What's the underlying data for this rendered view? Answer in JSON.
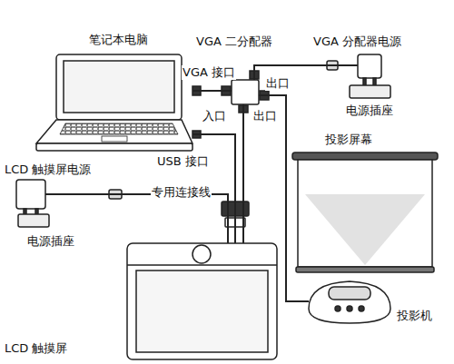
{
  "diagram": {
    "nodes": [
      {
        "text": [
          "笔记本电脑"
        ]
      },
      {
        "text": [
          "VGA 二分配器"
        ]
      },
      {
        "text": [
          "VGA 分配器电源"
        ]
      },
      {
        "text": [
          "电源插座"
        ]
      },
      {
        "text": [
          "LCD 触摸屏电源"
        ]
      },
      {
        "text": [
          "电源插座"
        ]
      },
      {
        "text": [
          "投影屏幕"
        ]
      },
      {
        "text": [
          "投影机"
        ]
      },
      {
        "text": [
          "LCD 触摸屏"
        ]
      }
    ],
    "edges": [
      {
        "from": 0,
        "to": 1,
        "arrow": "none"
      },
      {
        "from": 1,
        "to": 2,
        "arrow": "none"
      },
      {
        "from": 1,
        "to": 7,
        "arrow": "none"
      },
      {
        "from": 1,
        "to": 8,
        "arrow": "none"
      },
      {
        "from": 0,
        "to": 8,
        "arrow": "none"
      },
      {
        "from": 4,
        "to": 8,
        "arrow": "none"
      }
    ],
    "labels": [
      "VGA 接口",
      "入口",
      "出口",
      "出口",
      "USB 接口",
      "专用连接线"
    ]
  }
}
